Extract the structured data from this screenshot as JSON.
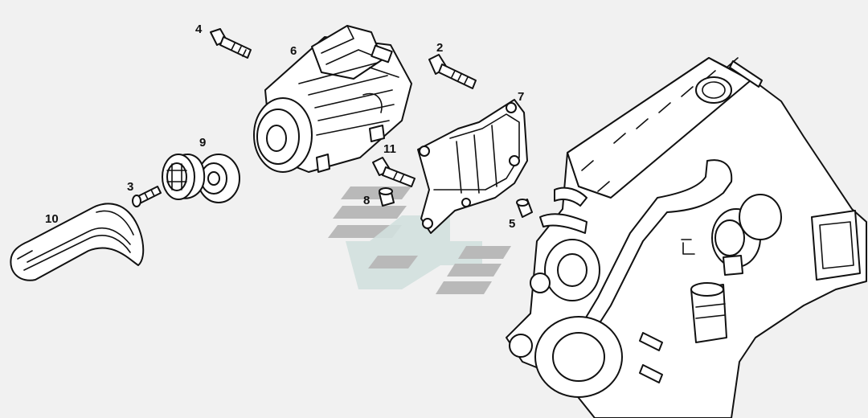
{
  "callouts": {
    "p1": "2",
    "p2": "3",
    "p3": "4",
    "p4": "5",
    "p5": "6",
    "p6": "7",
    "p7": "8",
    "p8": "9",
    "p9": "10",
    "p10": "11"
  },
  "colors": {
    "background": "#f1f1f1",
    "line": "#111111",
    "watermark_gray": "#b9b9b9",
    "watermark_teal": "#d2e0de"
  }
}
